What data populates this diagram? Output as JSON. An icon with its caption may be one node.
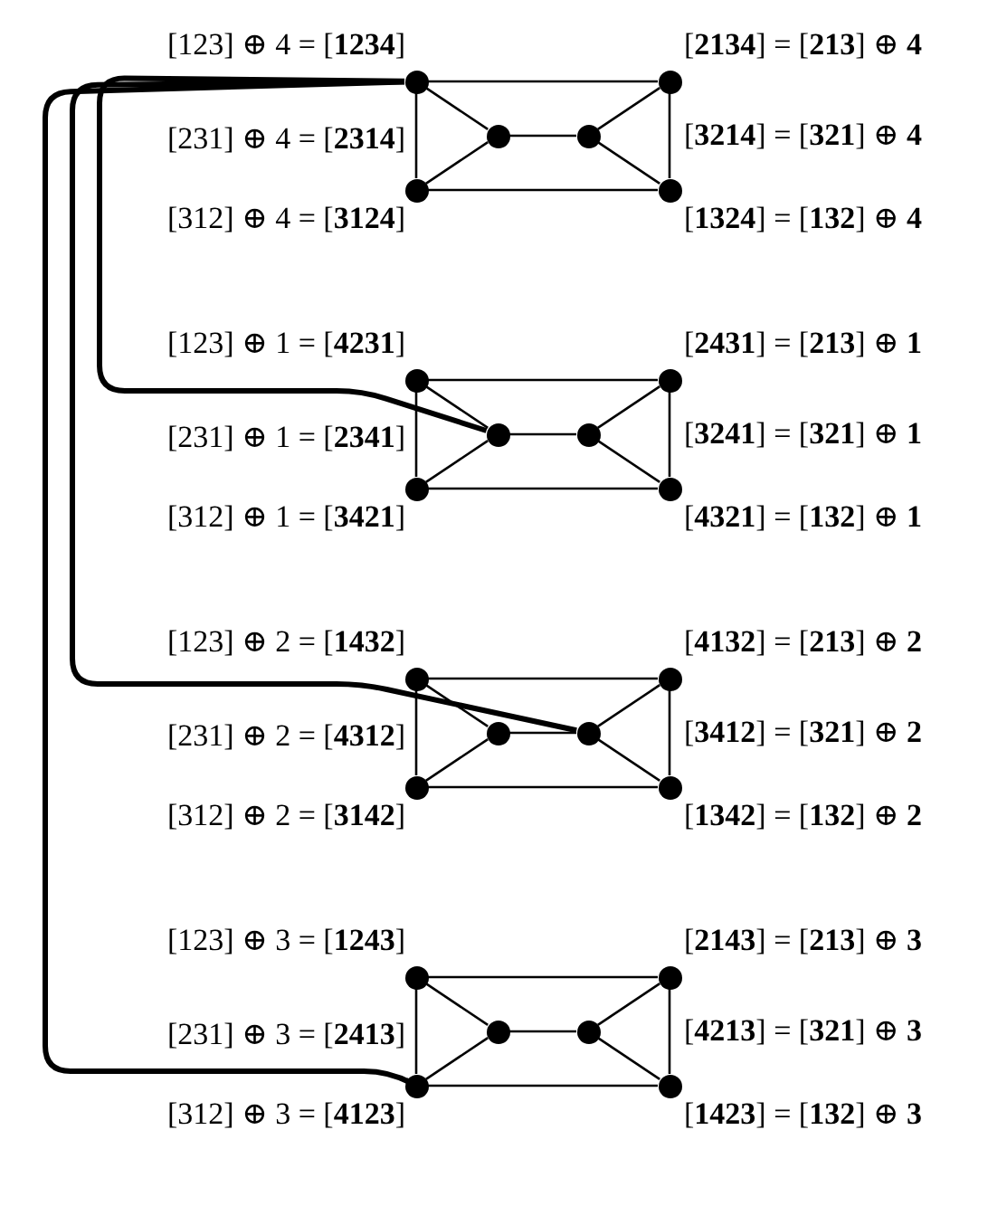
{
  "diagram": {
    "nodes": [
      {
        "text": [
          "[123] ⊕ 4 = [**1234**]"
        ]
      },
      {
        "text": [
          "[**2134**] = [**213**] ⊕ **4**"
        ]
      },
      {
        "text": [
          "[231] ⊕ 4 = [**2314**]"
        ]
      },
      {
        "text": [
          "[**3214**] = [**321**] ⊕ **4**"
        ]
      },
      {
        "text": [
          "[312] ⊕ 4 = [**3124**]"
        ]
      },
      {
        "text": [
          "[**1324**] = [**132**] ⊕ **4**"
        ]
      },
      {
        "text": [
          "[123] ⊕ 1 = [**4231**]"
        ]
      },
      {
        "text": [
          "[**2431**] = [**213**] ⊕ **1**"
        ]
      },
      {
        "text": [
          "[231] ⊕ 1 = [**2341**]"
        ]
      },
      {
        "text": [
          "[**3241**] = [**321**] ⊕ **1**"
        ]
      },
      {
        "text": [
          "[312] ⊕ 1 = [**3421**]"
        ]
      },
      {
        "text": [
          "[**4321**] = [**132**] ⊕ **1**"
        ]
      },
      {
        "text": [
          "[123] ⊕ 2 = [**1432**]"
        ]
      },
      {
        "text": [
          "[**4132**] = [**213**] ⊕ **2**"
        ]
      },
      {
        "text": [
          "[**3412**] = [**321**] ⊕ **2**"
        ]
      },
      {
        "text": [
          "[231] ⊕ 2 = [**4312**]"
        ]
      },
      {
        "text": [
          "[312] ⊕ 2 = [**3142**]"
        ]
      },
      {
        "text": [
          "[**1342**] = [**132**] ⊕ **2**"
        ]
      },
      {
        "text": [
          "[123] ⊕ 3 = [**1243**]"
        ]
      },
      {
        "text": [
          "[**2143**] = [**213**] ⊕ **3**"
        ]
      },
      {
        "text": [
          "[231] ⊕ 3 = [**2413**]"
        ]
      },
      {
        "text": [
          "[**4213**] = [**321**] ⊕ **3**"
        ]
      },
      {
        "text": [
          "[312] ⊕ 3 = [**4123**]"
        ]
      },
      {
        "text": [
          "[**1423**] = [**132**] ⊕ **3**"
        ]
      }
    ],
    "edges": [
      {
        "from": 0,
        "to": 1,
        "arrow": "none"
      },
      {
        "from": 0,
        "to": 4,
        "arrow": "none"
      },
      {
        "from": 1,
        "to": 5,
        "arrow": "none"
      },
      {
        "from": 4,
        "to": 5,
        "arrow": "none"
      },
      {
        "from": 0,
        "to": 2,
        "arrow": "none"
      },
      {
        "from": 4,
        "to": 2,
        "arrow": "none"
      },
      {
        "from": 2,
        "to": 3,
        "arrow": "none"
      },
      {
        "from": 3,
        "to": 1,
        "arrow": "none"
      },
      {
        "from": 3,
        "to": 5,
        "arrow": "none"
      },
      {
        "from": 6,
        "to": 7,
        "arrow": "none"
      },
      {
        "from": 6,
        "to": 10,
        "arrow": "none"
      },
      {
        "from": 7,
        "to": 11,
        "arrow": "none"
      },
      {
        "from": 10,
        "to": 11,
        "arrow": "none"
      },
      {
        "from": 6,
        "to": 8,
        "arrow": "none"
      },
      {
        "from": 10,
        "to": 8,
        "arrow": "none"
      },
      {
        "from": 8,
        "to": 9,
        "arrow": "none"
      },
      {
        "from": 9,
        "to": 7,
        "arrow": "none"
      },
      {
        "from": 9,
        "to": 11,
        "arrow": "none"
      },
      {
        "from": 12,
        "to": 13,
        "arrow": "none"
      },
      {
        "from": 12,
        "to": 16,
        "arrow": "none"
      },
      {
        "from": 13,
        "to": 17,
        "arrow": "none"
      },
      {
        "from": 16,
        "to": 17,
        "arrow": "none"
      },
      {
        "from": 12,
        "to": 15,
        "arrow": "none"
      },
      {
        "from": 16,
        "to": 15,
        "arrow": "none"
      },
      {
        "from": 15,
        "to": 14,
        "arrow": "none"
      },
      {
        "from": 14,
        "to": 13,
        "arrow": "none"
      },
      {
        "from": 14,
        "to": 17,
        "arrow": "none"
      },
      {
        "from": 18,
        "to": 19,
        "arrow": "none"
      },
      {
        "from": 18,
        "to": 22,
        "arrow": "none"
      },
      {
        "from": 19,
        "to": 23,
        "arrow": "none"
      },
      {
        "from": 22,
        "to": 23,
        "arrow": "none"
      },
      {
        "from": 18,
        "to": 20,
        "arrow": "none"
      },
      {
        "from": 22,
        "to": 20,
        "arrow": "none"
      },
      {
        "from": 20,
        "to": 21,
        "arrow": "none"
      },
      {
        "from": 21,
        "to": 19,
        "arrow": "none"
      },
      {
        "from": 21,
        "to": 23,
        "arrow": "none"
      },
      {
        "from": 0,
        "to": 8,
        "arrow": "none",
        "style": "thick"
      },
      {
        "from": 0,
        "to": 14,
        "arrow": "none",
        "style": "thick"
      },
      {
        "from": 0,
        "to": 22,
        "arrow": "none",
        "style": "thick"
      }
    ]
  }
}
